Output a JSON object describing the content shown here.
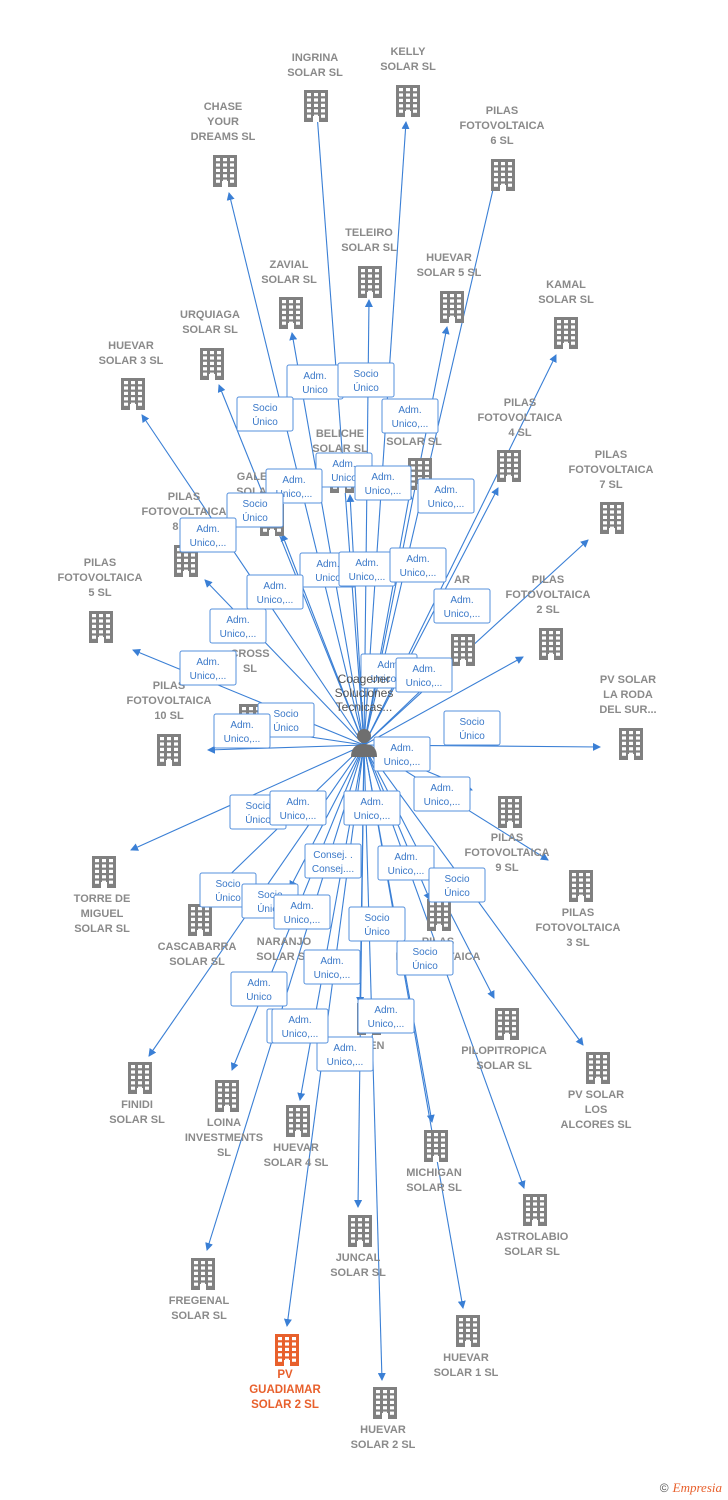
{
  "colors": {
    "edge": "#3a7fd5",
    "building": "#808080",
    "highlight": "#e8602c",
    "role_border": "#5590dc",
    "role_text": "#3a78c8",
    "person": "#6f6f6f"
  },
  "center": {
    "lines": [
      "Coagener",
      "Soluciones",
      "Tecnicas..."
    ]
  },
  "companies": [
    {
      "id": "ingrina",
      "lines": [
        "INGRINA",
        "SOLAR  SL"
      ]
    },
    {
      "id": "kelly",
      "lines": [
        "KELLY",
        "SOLAR  SL"
      ]
    },
    {
      "id": "chase",
      "lines": [
        "CHASE",
        "YOUR",
        "DREAMS  SL"
      ]
    },
    {
      "id": "pilas6",
      "lines": [
        "PILAS",
        "FOTOVOLTAICA",
        "6  SL"
      ]
    },
    {
      "id": "teleiro",
      "lines": [
        "TELEIRO",
        "SOLAR  SL"
      ]
    },
    {
      "id": "zavial",
      "lines": [
        "ZAVIAL",
        "SOLAR  SL"
      ]
    },
    {
      "id": "huevar5",
      "lines": [
        "HUEVAR",
        "SOLAR 5  SL"
      ]
    },
    {
      "id": "kamal",
      "lines": [
        "KAMAL",
        "SOLAR  SL"
      ]
    },
    {
      "id": "urquiaga",
      "lines": [
        "URQUIAGA",
        "SOLAR  SL"
      ]
    },
    {
      "id": "huevar3",
      "lines": [
        "HUEVAR",
        "SOLAR 3  SL"
      ]
    },
    {
      "id": "beliche",
      "lines": [
        "BELICHE",
        "SOLAR  SL"
      ]
    },
    {
      "id": "co",
      "lines": [
        "CO",
        "SOLAR  SL"
      ]
    },
    {
      "id": "pilas4",
      "lines": [
        "PILAS",
        "FOTOVOLTAICA",
        "4  SL"
      ]
    },
    {
      "id": "galerna",
      "lines": [
        "GALERNA",
        "SOLAR  SL"
      ]
    },
    {
      "id": "pilas7",
      "lines": [
        "PILAS",
        "FOTOVOLTAICA",
        "7  SL"
      ]
    },
    {
      "id": "pilas8",
      "lines": [
        "PILAS",
        "FOTOVOLTAICA",
        "8  SL"
      ]
    },
    {
      "id": "lamata",
      "lines": [
        "AR",
        "LA MATA",
        "DEL S"
      ]
    },
    {
      "id": "pilas5",
      "lines": [
        "PILAS",
        "FOTOVOLTAICA",
        "5  SL"
      ]
    },
    {
      "id": "pilas2",
      "lines": [
        "PILAS",
        "FOTOVOLTAICA",
        "2  SL"
      ]
    },
    {
      "id": "cross",
      "lines": [
        "CROSS",
        "SL"
      ]
    },
    {
      "id": "pvroda",
      "lines": [
        "PV SOLAR",
        "LA RODA",
        "DEL SUR..."
      ]
    },
    {
      "id": "pilas10",
      "lines": [
        "PILAS",
        "FOTOVOLTAICA",
        "10  SL"
      ]
    },
    {
      "id": "pilas9",
      "lines": [
        "PILAS",
        "FOTOVOLTAICA",
        "9  SL"
      ]
    },
    {
      "id": "torre",
      "lines": [
        "TORRE DE",
        "MIGUEL",
        "SOLAR  SL"
      ]
    },
    {
      "id": "pilas3",
      "lines": [
        "PILAS",
        "FOTOVOLTAICA",
        "3  SL"
      ]
    },
    {
      "id": "cascabarra",
      "lines": [
        "CASCABARRA",
        "SOLAR  SL"
      ]
    },
    {
      "id": "naranjo",
      "lines": [
        "NARANJO",
        "SOLAR  SL"
      ]
    },
    {
      "id": "pilasfoto",
      "lines": [
        "PILAS",
        "FOTOVOLTAICA"
      ]
    },
    {
      "id": "pilopitropica",
      "lines": [
        "PILOPITROPICA",
        "SOLAR  SL"
      ]
    },
    {
      "id": "finidi",
      "lines": [
        "FINIDI",
        "SOLAR  SL"
      ]
    },
    {
      "id": "loina",
      "lines": [
        "LOINA",
        "INVESTMENTS",
        "SL"
      ]
    },
    {
      "id": "inten",
      "lines": [
        "INTEN"
      ]
    },
    {
      "id": "pvalcores",
      "lines": [
        "PV SOLAR",
        "LOS",
        "ALCORES  SL"
      ]
    },
    {
      "id": "huevar4",
      "lines": [
        "HUEVAR",
        "SOLAR 4  SL"
      ]
    },
    {
      "id": "michigan",
      "lines": [
        "MICHIGAN",
        "SOLAR  SL"
      ]
    },
    {
      "id": "astrolabio",
      "lines": [
        "ASTROLABIO",
        "SOLAR  SL"
      ]
    },
    {
      "id": "juncal",
      "lines": [
        "JUNCAL",
        "SOLAR  SL"
      ]
    },
    {
      "id": "fregenal",
      "lines": [
        "FREGENAL",
        "SOLAR  SL"
      ]
    },
    {
      "id": "huevar1",
      "lines": [
        "HUEVAR",
        "SOLAR 1  SL"
      ]
    },
    {
      "id": "pvguadiamar",
      "lines": [
        "PV",
        "GUADIAMAR",
        "SOLAR 2  SL"
      ],
      "highlight": true
    },
    {
      "id": "huevar2",
      "lines": [
        "HUEVAR",
        "SOLAR 2  SL"
      ]
    }
  ],
  "roles": [
    [
      "Adm.",
      "Unico"
    ],
    [
      "Socio",
      "Único"
    ],
    [
      "Socio",
      "Único"
    ],
    [
      "Adm.",
      "Unico,..."
    ],
    [
      "Adm.",
      "Unico"
    ],
    [
      "Adm.",
      "Unico,..."
    ],
    [
      "Adm.",
      "Unico,..."
    ],
    [
      "Adm.",
      "Unico,..."
    ],
    [
      "Socio",
      "Único"
    ],
    [
      "Adm.",
      "Unico,..."
    ],
    [
      "Adm.",
      "Unico"
    ],
    [
      "Adm.",
      "Unico,..."
    ],
    [
      "Adm.",
      "Unico,..."
    ],
    [
      "Adm.",
      "Unico,..."
    ],
    [
      "Adm.",
      "Unico,..."
    ],
    [
      "Adm.",
      "Unico,..."
    ],
    [
      "Adm.",
      "Unico,..."
    ],
    [
      "Adm.",
      "Unico,..."
    ],
    [
      "Adm.",
      "Unico,..."
    ],
    [
      "Socio",
      "Único"
    ],
    [
      "Adm.",
      "Unico,..."
    ],
    [
      "Socio",
      "Único"
    ],
    [
      "Adm.",
      "Unico,..."
    ],
    [
      "Adm.",
      "Unico,..."
    ],
    [
      "Socio",
      "Único"
    ],
    [
      "Adm.",
      "Unico,..."
    ],
    [
      "Adm.",
      "Unico,..."
    ],
    [
      "Consej. .",
      "Consej...."
    ],
    [
      "Adm.",
      "Unico,..."
    ],
    [
      "Socio",
      "Único"
    ],
    [
      "Socio",
      "Único"
    ],
    [
      "Socio",
      "Único"
    ],
    [
      "Adm.",
      "Unico,..."
    ],
    [
      "Socio",
      "Único"
    ],
    [
      "Adm.",
      "Unico,..."
    ],
    [
      "Socio",
      "Único"
    ],
    [
      "Adm.",
      "Unico"
    ],
    [
      "Adm.",
      "Unico,..."
    ],
    [
      "Adm.",
      "Unico,..."
    ],
    [
      "Adm.",
      "Unico,..."
    ],
    [
      "Adm.",
      "Unico,..."
    ]
  ],
  "footer": {
    "copyright": "©",
    "brand": "Empresia"
  }
}
